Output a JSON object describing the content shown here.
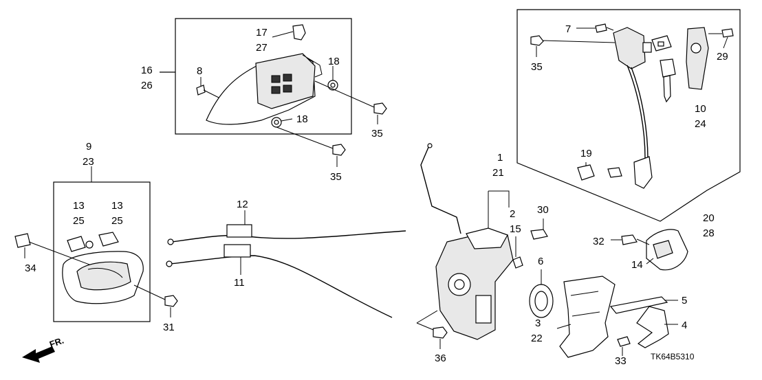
{
  "labels": {
    "l1": "1",
    "l2": "2",
    "l3": "3",
    "l4": "4",
    "l5": "5",
    "l6": "6",
    "l7": "7",
    "l8": "8",
    "l9": "9",
    "l10": "10",
    "l11": "11",
    "l12": "12",
    "l13a": "13",
    "l13b": "13",
    "l14": "14",
    "l15": "15",
    "l16": "16",
    "l17": "17",
    "l18a": "18",
    "l18b": "18",
    "l19": "19",
    "l20": "20",
    "l21": "21",
    "l22": "22",
    "l23": "23",
    "l24": "24",
    "l25a": "25",
    "l25b": "25",
    "l26": "26",
    "l27": "27",
    "l28": "28",
    "l29": "29",
    "l30": "30",
    "l31": "31",
    "l32": "32",
    "l33": "33",
    "l34": "34",
    "l35a": "35",
    "l35b": "35",
    "l35c": "35",
    "l36": "36"
  },
  "diagram_code": "TK64B5310",
  "direction_label": "FR."
}
